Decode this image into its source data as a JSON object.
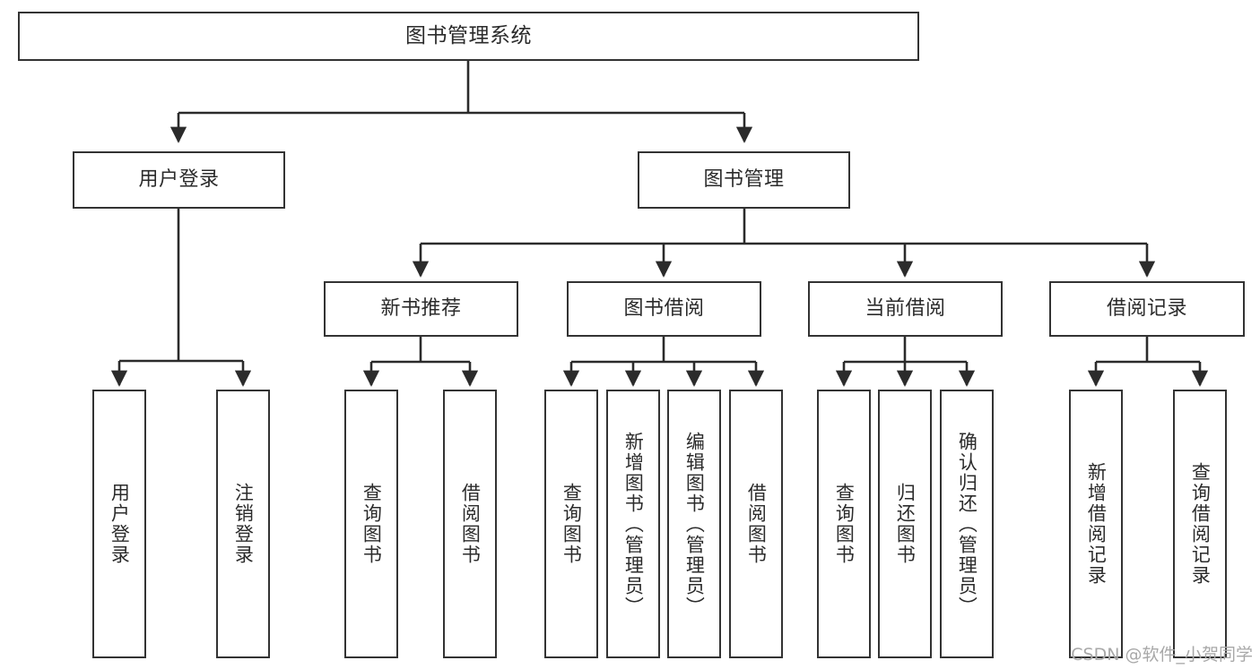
{
  "diagram": {
    "title": "图书管理系统",
    "type": "tree-hierarchy-diagram",
    "colors": {
      "node_border": "#333333",
      "node_fill": "#ffffff",
      "edge": "#2b2b2b",
      "text": "#2b2b2b",
      "watermark": "#a8a8a8",
      "background": "#ffffff"
    },
    "watermark": "CSDN @软件_小贺同学",
    "nodes": {
      "root": {
        "label": "图书管理系统"
      },
      "level2": [
        {
          "label": "用户登录"
        },
        {
          "label": "图书管理"
        }
      ],
      "level3": [
        {
          "label": "新书推荐"
        },
        {
          "label": "图书借阅"
        },
        {
          "label": "当前借阅"
        },
        {
          "label": "借阅记录"
        }
      ],
      "leaves": {
        "user_login": [
          {
            "label": "用户登录"
          },
          {
            "label": "注销登录"
          }
        ],
        "new_book_recommend": [
          {
            "label": "查询图书"
          },
          {
            "label": "借阅图书"
          }
        ],
        "book_borrow": [
          {
            "label": "查询图书"
          },
          {
            "label": "新增图书（管理员）"
          },
          {
            "label": "编辑图书（管理员）"
          },
          {
            "label": "借阅图书"
          }
        ],
        "current_borrow": [
          {
            "label": "查询图书"
          },
          {
            "label": "归还图书"
          },
          {
            "label": "确认归还（管理员）"
          }
        ],
        "borrow_records": [
          {
            "label": "新增借阅记录"
          },
          {
            "label": "查询借阅记录"
          }
        ]
      }
    }
  }
}
